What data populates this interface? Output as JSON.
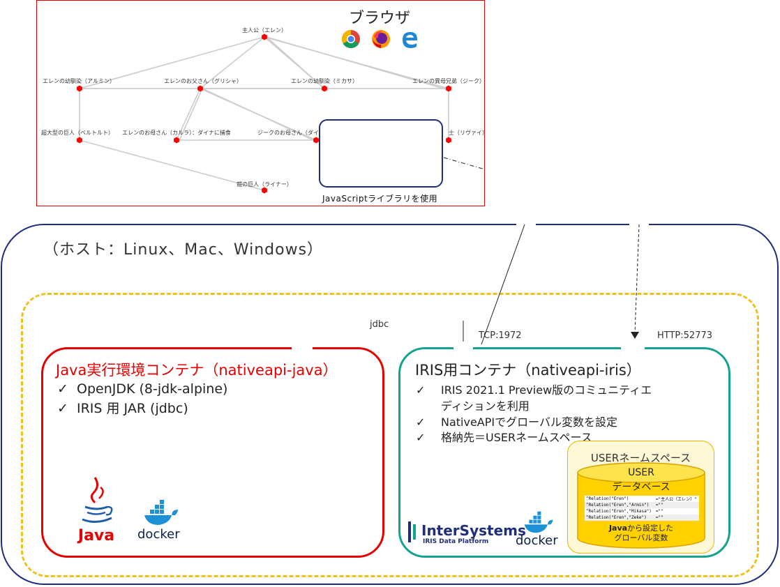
{
  "graph": {
    "nodes": [
      {
        "id": "eren",
        "label": "主人公（エレン）"
      },
      {
        "id": "armin",
        "label": "エレンの幼馴染（アルミン）"
      },
      {
        "id": "grisha",
        "label": "エレンのお父さん（グリシャ）"
      },
      {
        "id": "mikasa",
        "label": "エレンの幼馴染（ミカサ）"
      },
      {
        "id": "zeke",
        "label": "エレンの異母兄弟（ジーク）"
      },
      {
        "id": "bertholdt",
        "label": "超大型の巨人（ベルトルト）"
      },
      {
        "id": "carla",
        "label": "エレンのお母さん（カルラ）：ダイナに捕食"
      },
      {
        "id": "dina",
        "label": "ジークのお母さん（ダイ"
      },
      {
        "id": "levi",
        "label": "士（リヴァイ）"
      },
      {
        "id": "reiner",
        "label": "鎧の巨人（ライナー）"
      }
    ]
  },
  "browser": {
    "title": "ブラウザ",
    "icons": [
      "chrome-icon",
      "firefox-icon",
      "edge-icon"
    ],
    "note": "JavaScriptライブラリを使用"
  },
  "host": {
    "label": "（ホスト：Linux、Mac、Windows）"
  },
  "ports": {
    "jdbc": "jdbc",
    "tcp": "TCP:1972",
    "http": "HTTP:52773"
  },
  "java_container": {
    "title": "Java実行環境コンテナ（nativeapi-java）",
    "items": [
      "OpenJDK (8-jdk-alpine)",
      "IRIS 用 JAR (jdbc)"
    ],
    "logo_text": "Java",
    "docker_text": "docker"
  },
  "iris_container": {
    "title": "IRIS用コンテナ（nativeapi-iris）",
    "items": [
      "IRIS 2021.1 Preview版のコミュニティエ",
      "ディションを利用",
      "NativeAPIでグローバル変数を設定",
      "格納先＝USERネームスペース"
    ],
    "intersystems": "InterSystems",
    "intersystems_sub": "IRIS Data Platform",
    "docker_text": "docker"
  },
  "namespace": {
    "title": "USERネームスペース",
    "db_title_1": "USER",
    "db_title_2": "データベース",
    "rows": [
      {
        "key": "^Relation(\"Eren\")",
        "value": "=\"主人公（エレン）\""
      },
      {
        "key": "^Relation(\"Eren\",\"Armin\")",
        "value": "=\"\""
      },
      {
        "key": "^Relation(\"Eren\",\"Mikasa\")",
        "value": "=\"\""
      },
      {
        "key": "^Relation(\"Eren\",\"Zeke\")",
        "value": "=\"\""
      }
    ],
    "caption_bold": "Java",
    "caption_rest": "から設定した",
    "caption_2": "グローバル変数"
  },
  "colors": {
    "red": "#e60000",
    "navy": "#1f2d7a",
    "teal": "#14a38e",
    "yellow": "#f0c020"
  }
}
